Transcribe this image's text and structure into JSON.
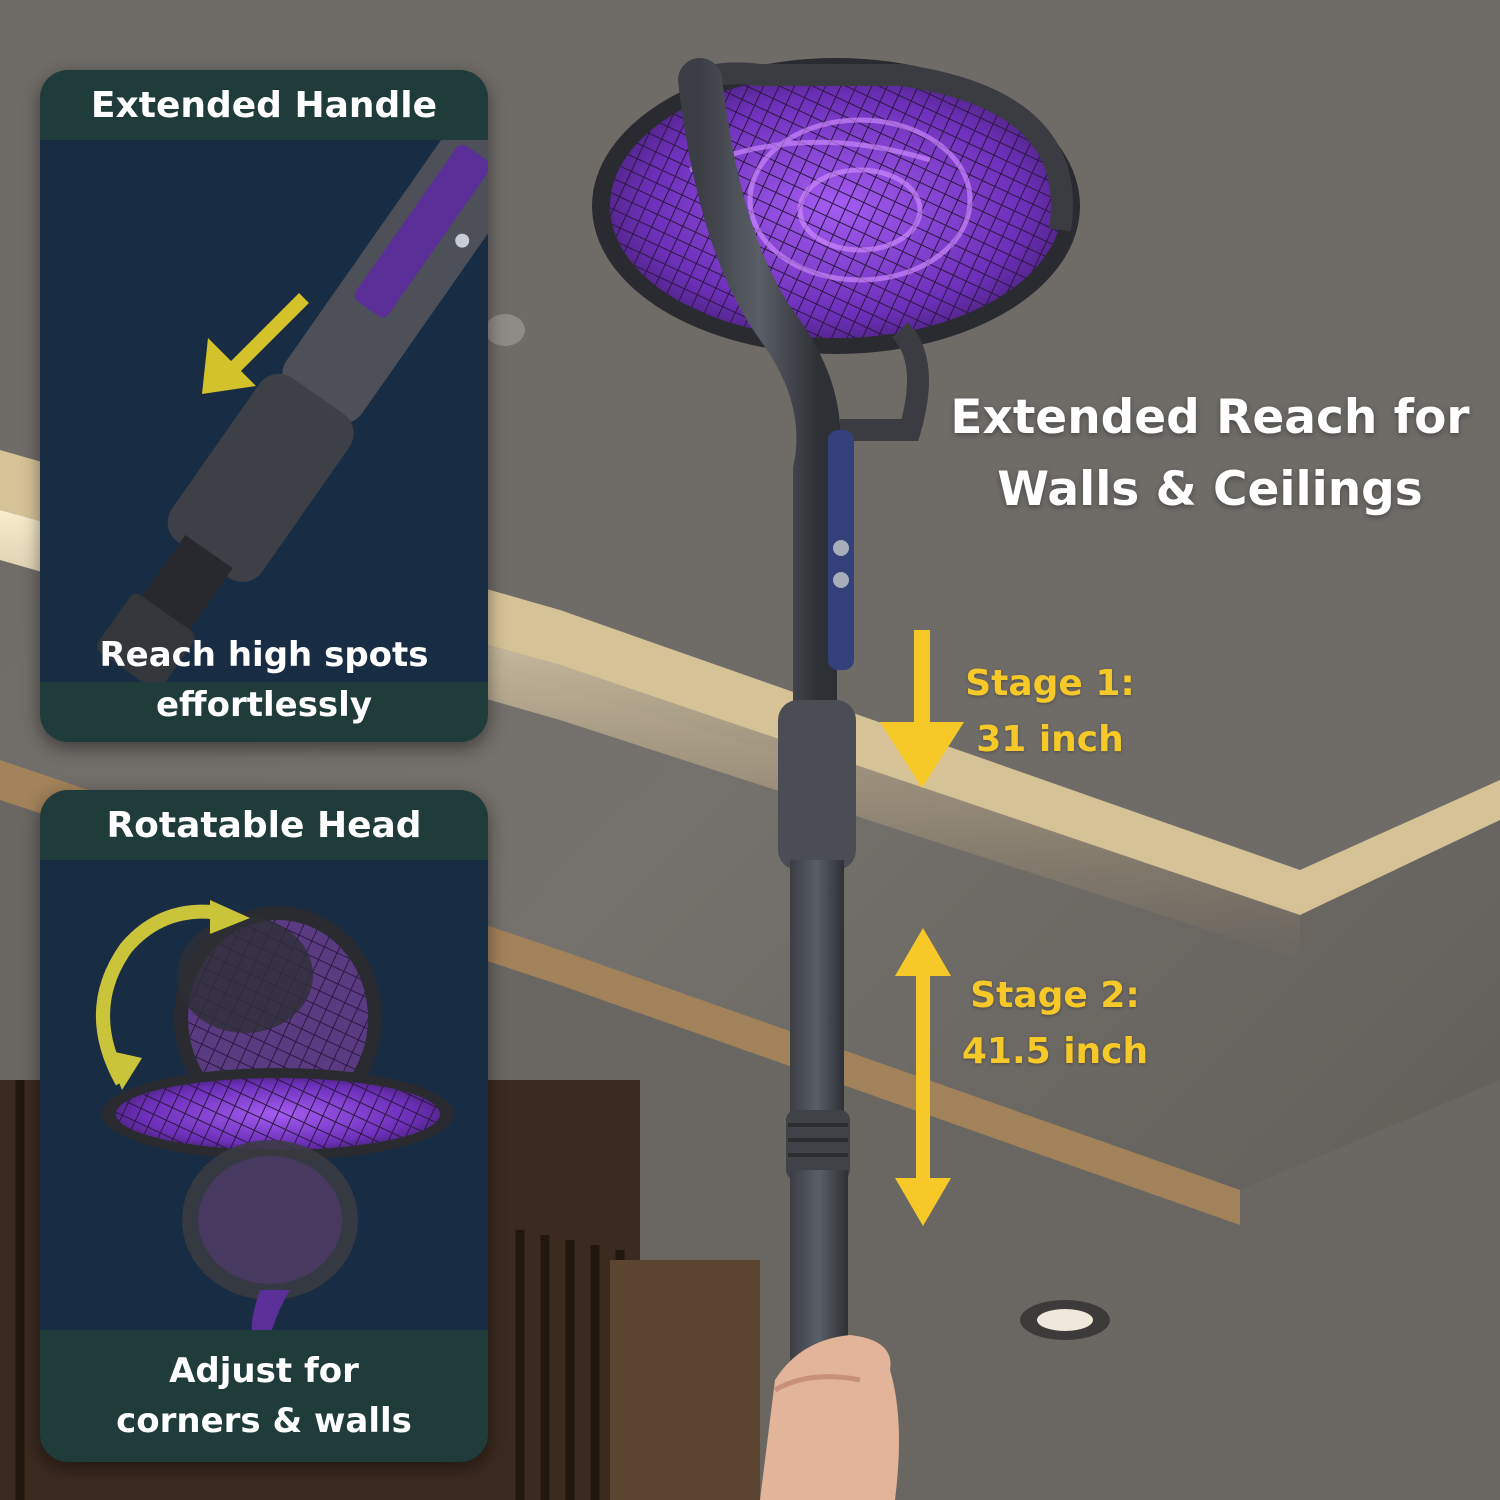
{
  "headline": {
    "line1": "Extended Reach for",
    "line2": "Walls & Ceilings"
  },
  "cards": {
    "handle": {
      "title": "Extended Handle",
      "caption_line1": "Reach high spots",
      "caption_line2": "effortlessly"
    },
    "head": {
      "title": "Rotatable Head",
      "caption_line1": "Adjust for",
      "caption_line2": "corners & walls"
    }
  },
  "stages": {
    "stage1": {
      "label": "Stage 1:",
      "value": "31 inch"
    },
    "stage2": {
      "label": "Stage 2:",
      "value": "41.5 inch"
    }
  },
  "colors": {
    "accent_yellow": "#f6c928",
    "card_bg": "#1f3b3a",
    "mesh_purple": "#8a3fd6"
  },
  "icons": {
    "stage1_arrow": "arrow-down-icon",
    "stage2_arrow": "arrow-up-down-icon",
    "handle_arrow": "arrow-down-left-icon",
    "rotate_arrow": "rotate-arrow-icon"
  }
}
